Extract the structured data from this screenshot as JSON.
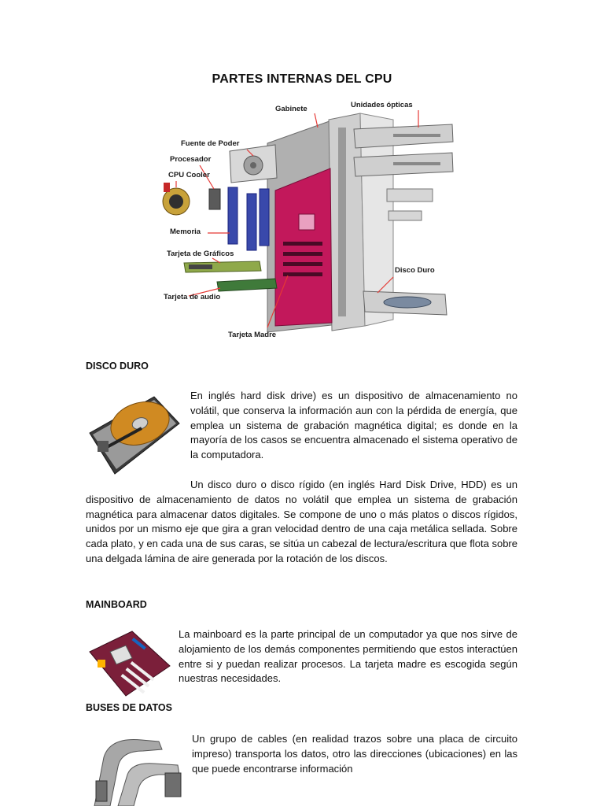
{
  "title": "PARTES INTERNAS DEL CPU",
  "diagram": {
    "labels": {
      "gabinete": "Gabinete",
      "unidades_opticas": "Unidades ópticas",
      "fuente_de_poder": "Fuente de Poder",
      "procesador": "Procesador",
      "cpu_cooler": "CPU Cooler",
      "memoria": "Memoria",
      "tarjeta_graficos": "Tarjeta de Gráficos",
      "tarjeta_audio": "Tarjeta de audio",
      "disco_duro": "Disco Duro",
      "tarjeta_madre": "Tarjeta Madre"
    },
    "colors": {
      "motherboard": "#c2185b",
      "memory": "#3949ab",
      "arrow": "#e53935",
      "case": "#9e9e9e"
    }
  },
  "sections": {
    "disco_duro": {
      "heading": "DISCO DURO",
      "para1": "En inglés hard disk drive) es un dispositivo de almacenamiento no volátil, que conserva la información aun con la pérdida de energía, que emplea un sistema de grabación magnética digital; es donde en la mayoría de los casos se encuentra almacenado el sistema operativo de la computadora.",
      "para2": "Un disco duro o disco rígido (en inglés Hard Disk Drive, HDD) es un dispositivo de almacenamiento de datos no volátil que emplea un sistema de grabación magnética para almacenar datos digitales. Se compone de uno o más platos o discos rígidos, unidos por un mismo eje que gira a gran velocidad dentro de una caja metálica sellada. Sobre cada plato, y en cada una de sus caras, se sitúa un cabezal de lectura/escritura que flota sobre una delgada lámina de aire generada por la rotación de los discos."
    },
    "mainboard": {
      "heading": "MAINBOARD",
      "para1": "La mainboard es la parte principal de un computador ya que nos sirve de alojamiento de los demás componentes permitiendo que estos interactúen entre si y puedan realizar procesos. La tarjeta madre es escogida según nuestras necesidades."
    },
    "buses": {
      "heading": "BUSES DE DATOS",
      "para1": "Un grupo de cables (en realidad trazos sobre una placa de circuito impreso) transporta los datos, otro las direcciones (ubicaciones) en las que puede encontrarse información"
    }
  }
}
